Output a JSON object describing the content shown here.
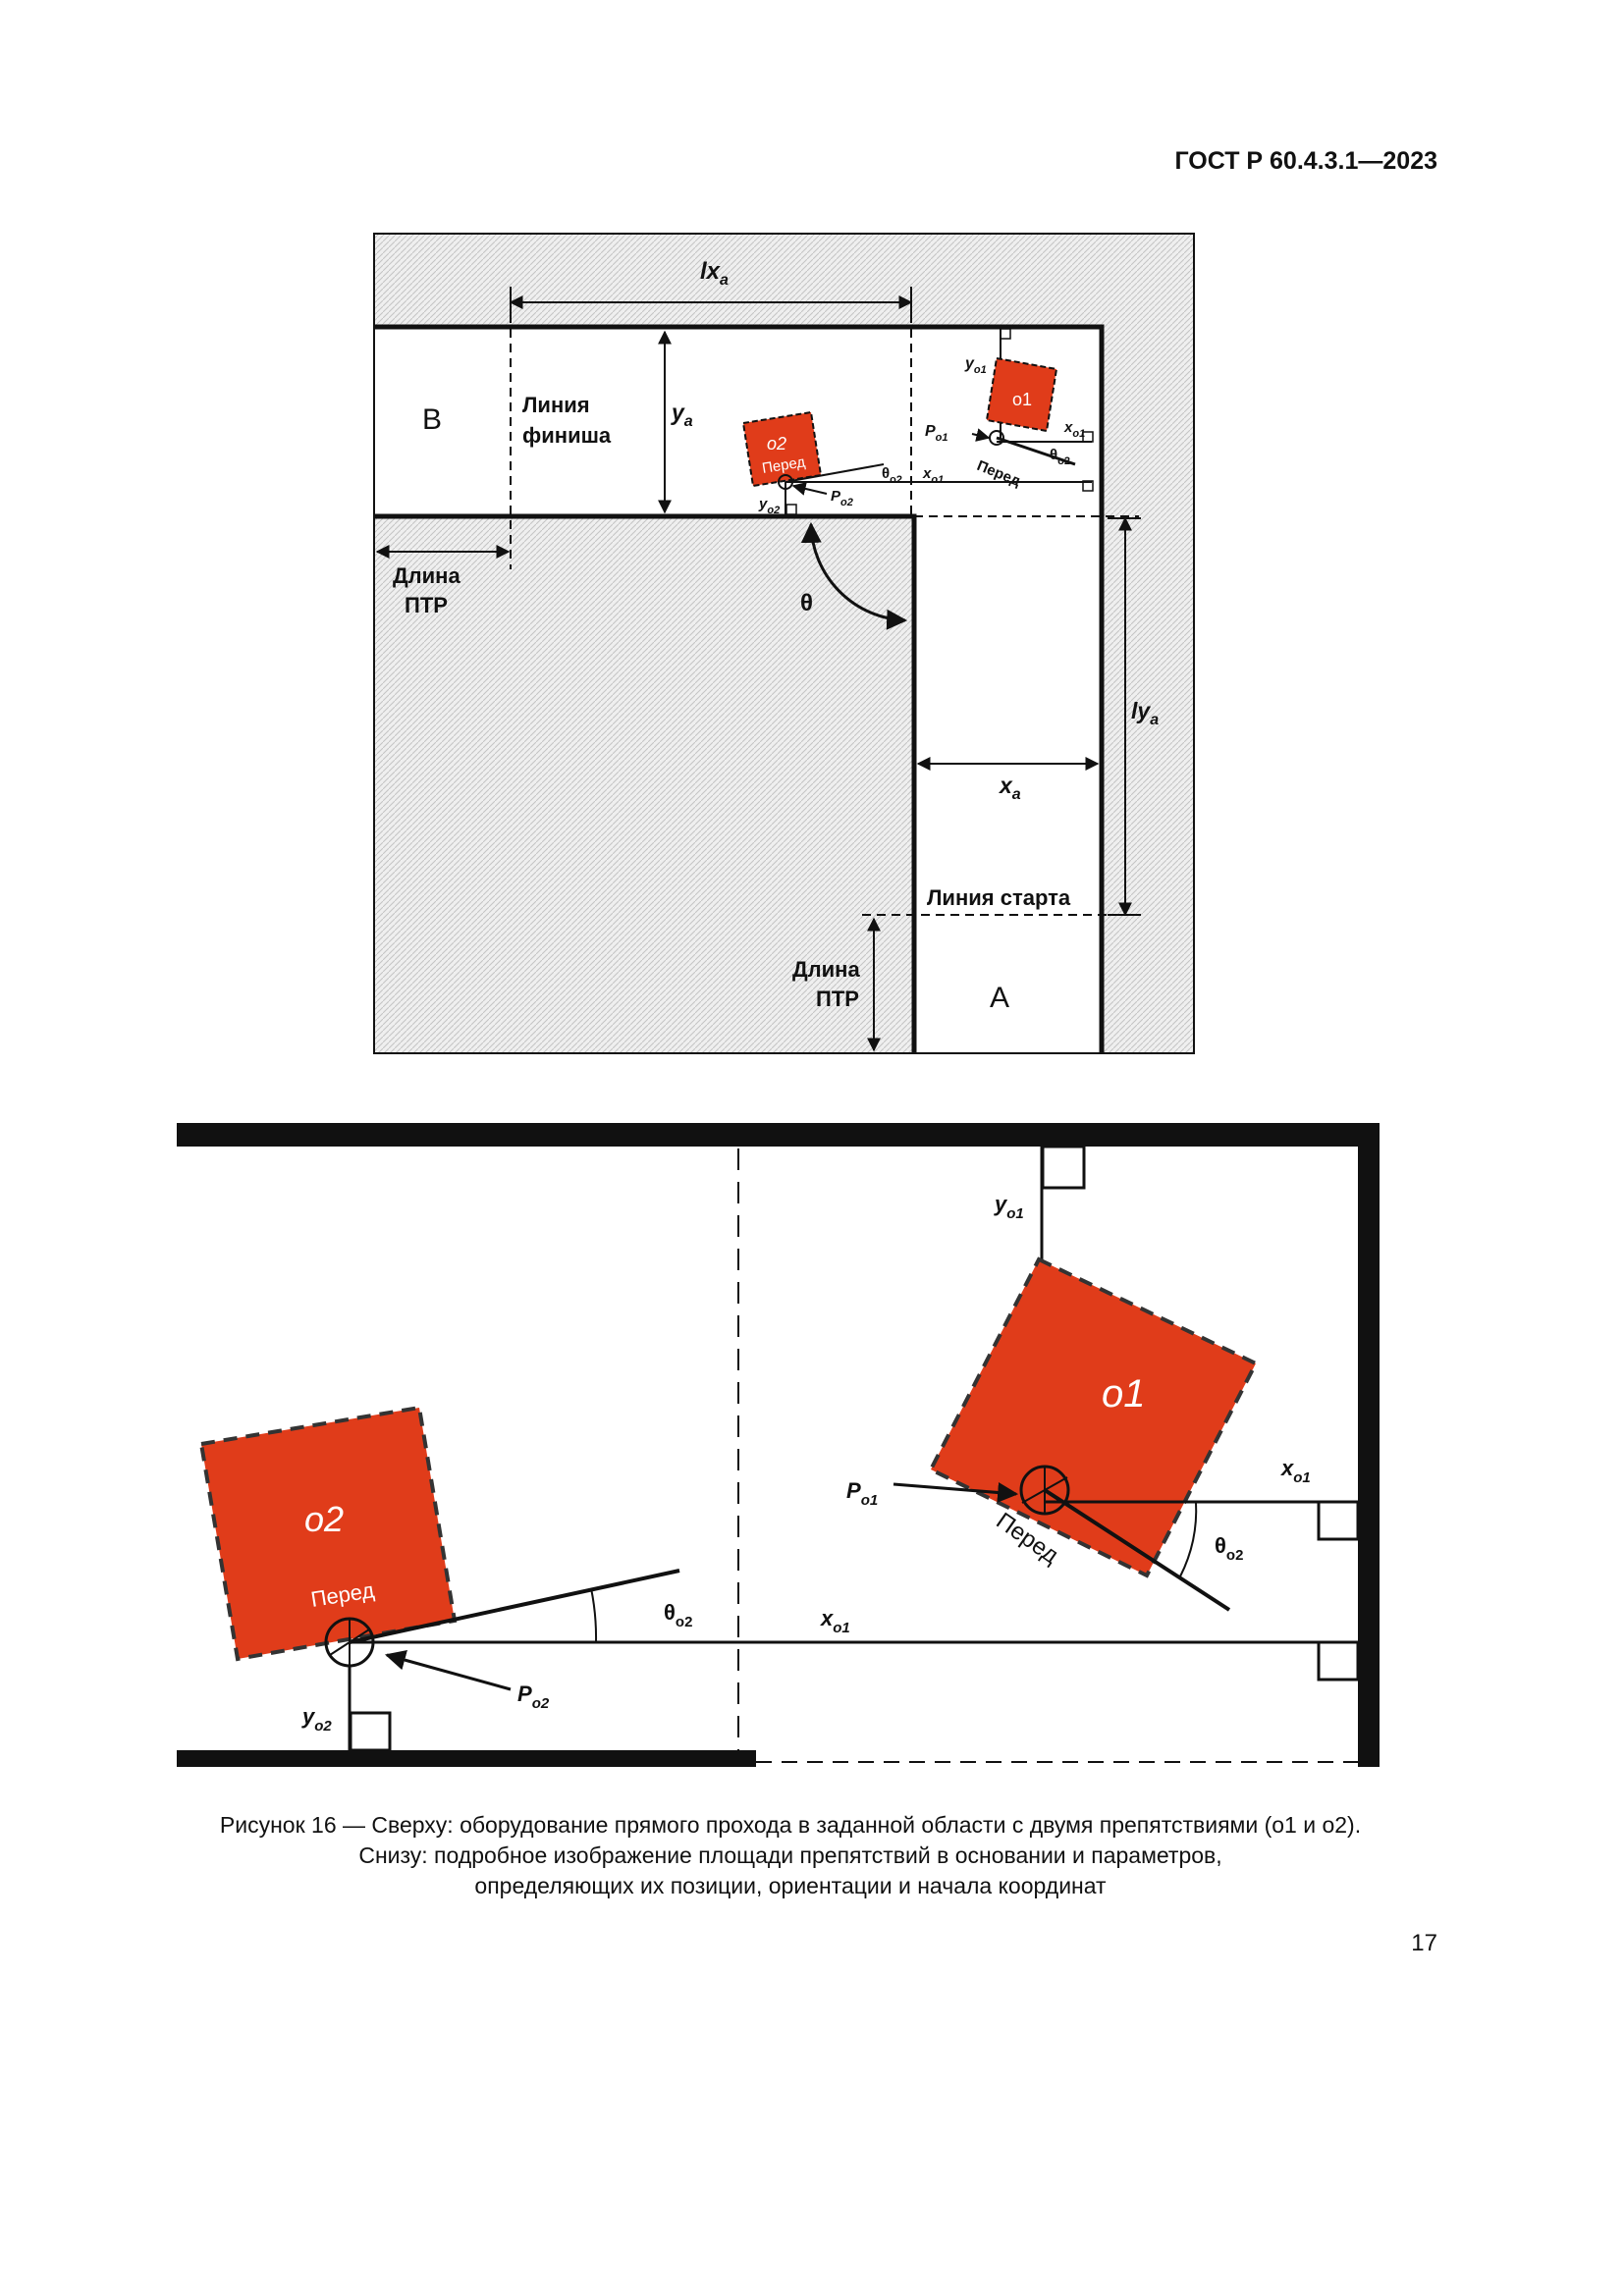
{
  "header": {
    "standard": "ГОСТ Р 60.4.3.1—2023"
  },
  "colors": {
    "obstacle": "#e03c1a",
    "hatch": "#e6e6e6",
    "wall": "#111111"
  },
  "top_figure": {
    "lx": "lx",
    "lx_sub": "a",
    "ly": "ly",
    "ly_sub": "a",
    "ya": "y",
    "ya_sub": "a",
    "xa": "x",
    "xa_sub": "a",
    "theta": "θ",
    "label_b": "B",
    "label_a": "A",
    "finish_line_1": "Линия",
    "finish_line_2": "финиша",
    "start_line": "Линия старта",
    "ptr_1": "Длина",
    "ptr_2": "ПТР",
    "o1": "o1",
    "o2": "o2",
    "front": "Перед",
    "p": "P",
    "p1_sub": "o1",
    "p2_sub": "o2",
    "y": "y",
    "x": "x",
    "th": "θ",
    "y1_sub": "o1",
    "y2_sub": "o2",
    "x1_sub": "o1",
    "th2_sub": "o2"
  },
  "bottom_figure": {
    "o1": "o1",
    "o2": "o2",
    "front": "Перед",
    "p": "P",
    "p1_sub": "o1",
    "p2_sub": "o2",
    "y": "y",
    "x": "x",
    "th": "θ",
    "y1_sub": "o1",
    "y2_sub": "o2",
    "x1_sub": "o1",
    "th2_sub": "o2"
  },
  "caption": {
    "line1": "Рисунок 16 — Сверху: оборудование прямого прохода в заданной области с двумя препятствиями (o1 и o2).",
    "line2": "Снизу: подробное изображение площади препятствий в основании и параметров,",
    "line3": "определяющих их позиции, ориентации и начала координат"
  },
  "page_number": "17"
}
